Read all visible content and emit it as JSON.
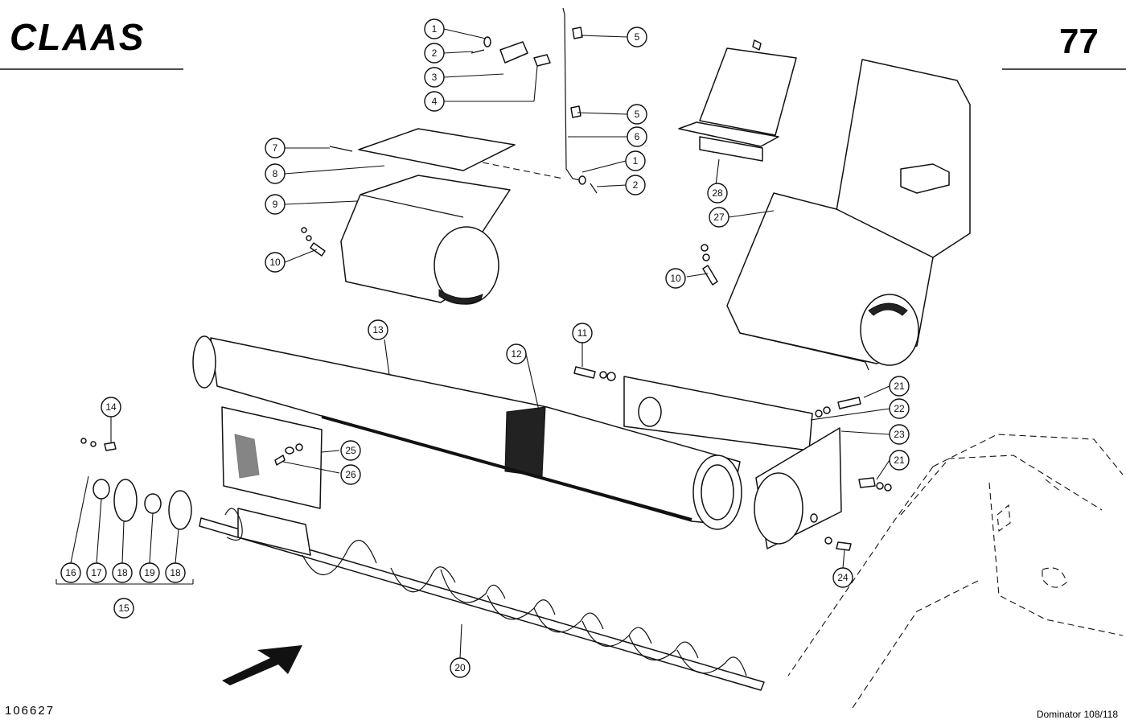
{
  "header": {
    "brand": "CLAAS",
    "page_number": "77"
  },
  "footer": {
    "drawing_number": "106627",
    "model": "Dominator 108/118"
  },
  "callouts": [
    "1",
    "2",
    "3",
    "4",
    "5",
    "5",
    "6",
    "1",
    "2",
    "7",
    "8",
    "9",
    "10",
    "28",
    "27",
    "10",
    "13",
    "12",
    "11",
    "21",
    "22",
    "23",
    "21",
    "24",
    "25",
    "26",
    "14",
    "16",
    "17",
    "18",
    "19",
    "18",
    "15",
    "20"
  ]
}
